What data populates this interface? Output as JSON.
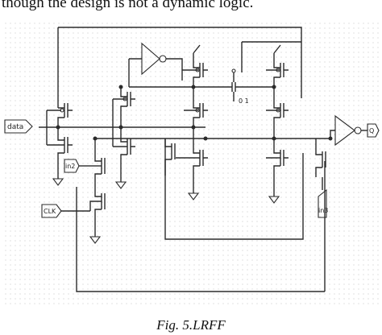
{
  "page": {
    "top_text": "though the design is not a dynamic logic.",
    "caption": "Fig. 5.LRFF"
  },
  "schematic": {
    "inputs": {
      "data": "data",
      "clk": "CLK",
      "in2": "in2",
      "in3": "in3"
    },
    "outputs": {
      "q": "Q"
    }
  }
}
